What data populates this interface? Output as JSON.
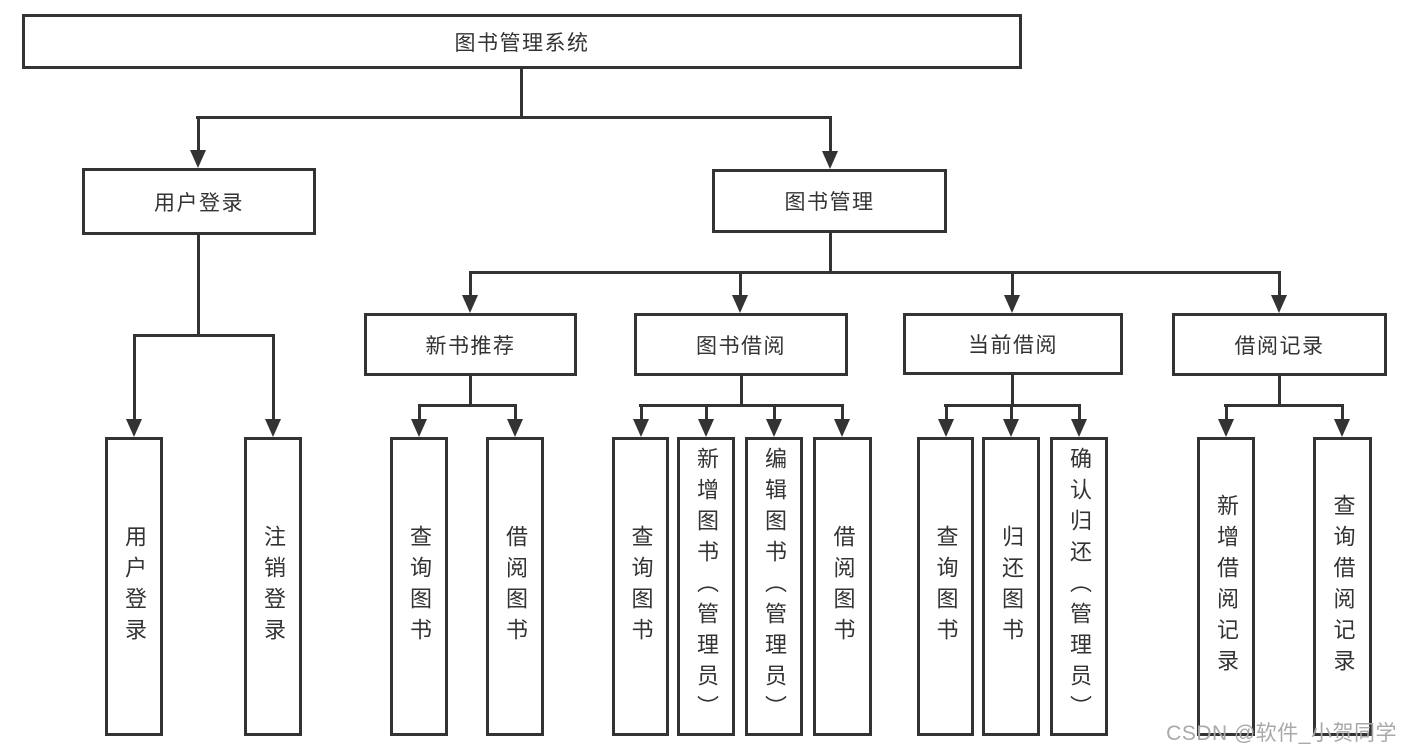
{
  "tree": {
    "root": {
      "label": "图书管理系统",
      "children": [
        {
          "label": "用户登录",
          "children": [
            {
              "label": "用户登录"
            },
            {
              "label": "注销登录"
            }
          ]
        },
        {
          "label": "图书管理",
          "children": [
            {
              "label": "新书推荐",
              "children": [
                {
                  "label": "查询图书"
                },
                {
                  "label": "借阅图书"
                }
              ]
            },
            {
              "label": "图书借阅",
              "children": [
                {
                  "label": "查询图书"
                },
                {
                  "label": "新增图书（管理员）"
                },
                {
                  "label": "编辑图书（管理员）"
                },
                {
                  "label": "借阅图书"
                }
              ]
            },
            {
              "label": "当前借阅",
              "children": [
                {
                  "label": "查询图书"
                },
                {
                  "label": "归还图书"
                },
                {
                  "label": "确认归还（管理员）"
                }
              ]
            },
            {
              "label": "借阅记录",
              "children": [
                {
                  "label": "新增借阅记录"
                },
                {
                  "label": "查询借阅记录"
                }
              ]
            }
          ]
        }
      ]
    }
  },
  "watermark": {
    "text": "CSDN @软件_小贺同学"
  },
  "colors": {
    "line": "#333333",
    "box_border": "#333333",
    "text": "#333333",
    "background": "#ffffff",
    "watermark": "#a9a9a9"
  }
}
